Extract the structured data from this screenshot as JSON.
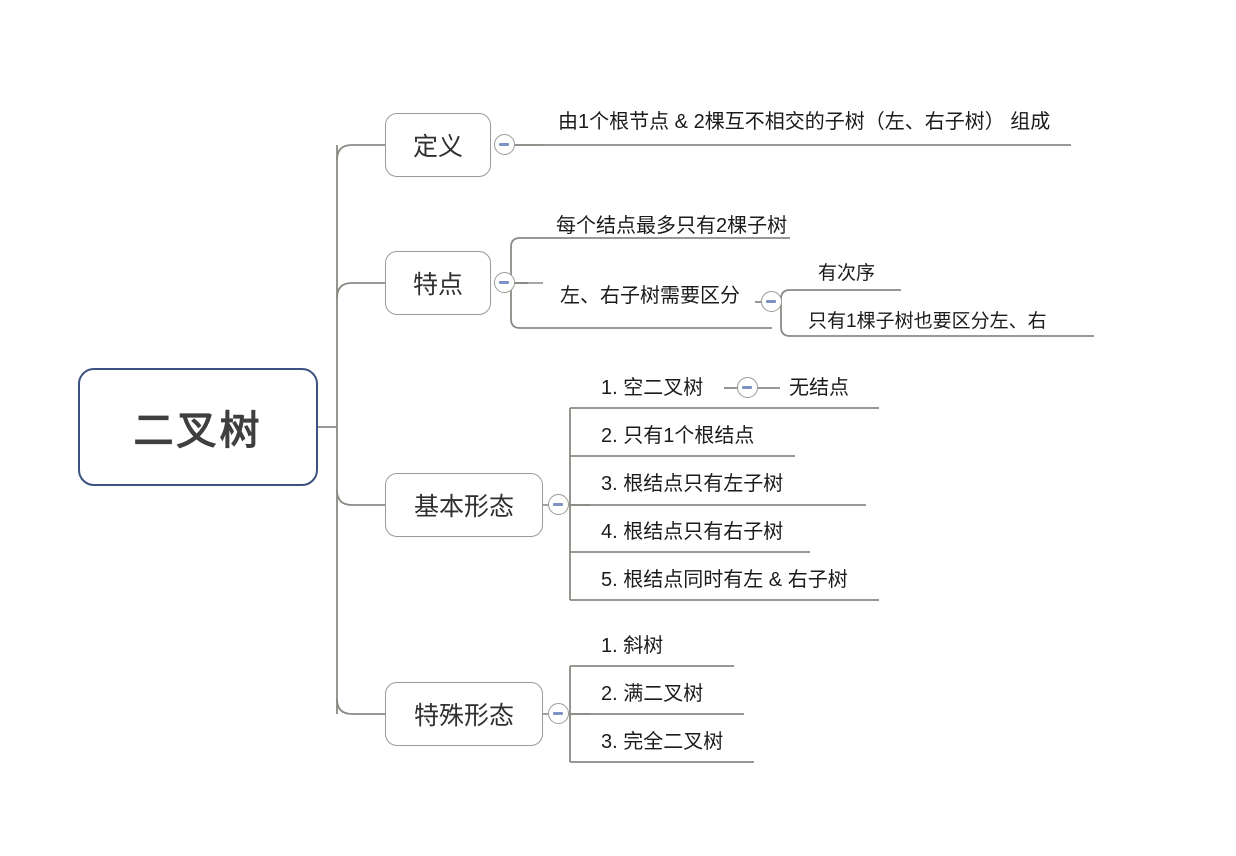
{
  "title": "二叉树思维导图",
  "colors": {
    "root_border": "#3c5280",
    "node_border": "#9b9a95",
    "wire": "#8a8a85",
    "text": "#1b1b1b",
    "toggle_minus": "#7e93c4",
    "background": "#ffffff"
  },
  "root": {
    "label": "二叉树"
  },
  "icons": {
    "collapse": "minus-circle-icon"
  },
  "branches": [
    {
      "id": "definition",
      "label": "定义",
      "children": [
        {
          "id": "definition-1",
          "text": "由1个根节点 & 2棵互不相交的子树（左、右子树） 组成"
        }
      ]
    },
    {
      "id": "features",
      "label": "特点",
      "children": [
        {
          "id": "features-1",
          "text": "每个结点最多只有2棵子树"
        },
        {
          "id": "features-2",
          "text": "左、右子树需要区分",
          "children": [
            {
              "id": "features-2-1",
              "text": "有次序"
            },
            {
              "id": "features-2-2",
              "text": "只有1棵子树也要区分左、右"
            }
          ]
        }
      ]
    },
    {
      "id": "basic-forms",
      "label": "基本形态",
      "children": [
        {
          "id": "basic-1",
          "text": "1. 空二叉树",
          "children": [
            {
              "id": "basic-1-1",
              "text": "无结点"
            }
          ]
        },
        {
          "id": "basic-2",
          "text": "2. 只有1个根结点"
        },
        {
          "id": "basic-3",
          "text": "3. 根结点只有左子树"
        },
        {
          "id": "basic-4",
          "text": "4. 根结点只有右子树"
        },
        {
          "id": "basic-5",
          "text": "5. 根结点同时有左 & 右子树"
        }
      ]
    },
    {
      "id": "special-forms",
      "label": "特殊形态",
      "children": [
        {
          "id": "special-1",
          "text": "1. 斜树"
        },
        {
          "id": "special-2",
          "text": "2. 满二叉树"
        },
        {
          "id": "special-3",
          "text": "3. 完全二叉树"
        }
      ]
    }
  ]
}
